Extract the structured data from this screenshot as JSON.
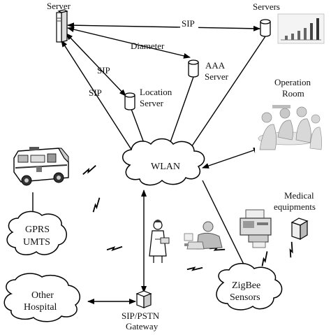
{
  "labels": {
    "server": "Server",
    "servers": "Servers",
    "sip_top": "SIP",
    "diameter": "Diameter",
    "sip_mid": "SIP",
    "sip_left": "SIP",
    "aaa_line1": "AAA",
    "aaa_line2": "Server",
    "location_line1": "Location",
    "location_line2": "Server",
    "operation_line1": "Operation",
    "operation_line2": "Room",
    "wlan": "WLAN",
    "gprs_line1": "GPRS",
    "gprs_line2": "UMTS",
    "medical_line1": "Medical",
    "medical_line2": "equipments",
    "other_line1": "Other",
    "other_line2": "Hospital",
    "zigbee_line1": "ZigBee",
    "zigbee_line2": "Sensors",
    "gateway_line1": "SIP/PSTN",
    "gateway_line2": "Gateway"
  },
  "icons": {
    "server": "server-tower-icon",
    "database": "database-cylinder-icon",
    "ambulance": "ambulance-icon",
    "operation_room": "operation-room-photo",
    "patients": "patient-monitoring-figures",
    "medical_devices": "medical-device-icons",
    "gateway": "gateway-box-icon",
    "wireless_link": "lightning-link-icon",
    "cloud": "network-cloud-icon",
    "bar_chart": "bar-chart-thumbnail"
  }
}
